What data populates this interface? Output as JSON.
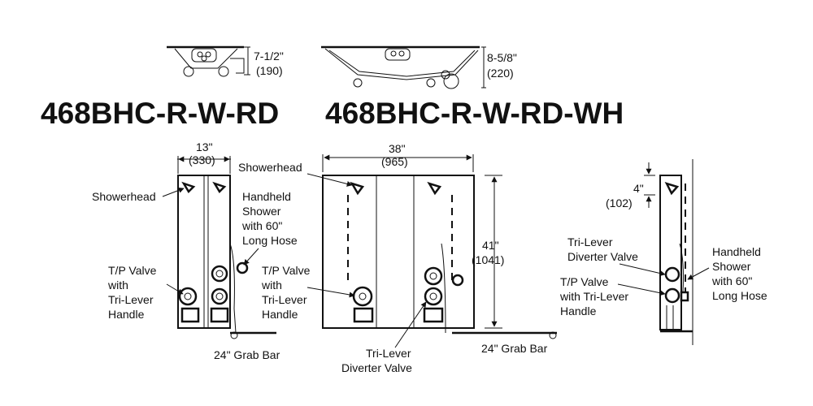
{
  "models": {
    "model_a": "468BHC-R-W-RD",
    "model_b": "468BHC-R-W-RD-WH"
  },
  "top_views": {
    "a_depth_in": "7-1/2\"",
    "a_depth_mm": "(190)",
    "b_depth_in": "8-5/8\"",
    "b_depth_mm": "(220)"
  },
  "front_a": {
    "width_in": "13\"",
    "width_mm": "(330)",
    "showerhead": "Showerhead",
    "handheld": [
      "Handheld",
      "Shower",
      "with 60\"",
      "Long Hose"
    ],
    "tp_valve": [
      "T/P Valve",
      "with",
      "Tri-Lever",
      "Handle"
    ],
    "grab_bar": "24\" Grab Bar"
  },
  "front_b": {
    "width_in": "38\"",
    "width_mm": "(965)",
    "showerhead": "Showerhead",
    "height_in": "41\"",
    "height_mm": "(1041)",
    "tp_valve": [
      "T/P Valve",
      "with",
      "Tri-Lever",
      "Handle"
    ],
    "diverter": [
      "Tri-Lever",
      "Diverter Valve"
    ],
    "grab_bar": "24\" Grab Bar"
  },
  "side_view": {
    "offset_in": "4\"",
    "offset_mm": "(102)",
    "diverter": [
      "Tri-Lever",
      "Diverter Valve"
    ],
    "tp_valve": [
      "T/P Valve",
      "with Tri-Lever",
      "Handle"
    ],
    "handheld": [
      "Handheld",
      "Shower",
      "with 60\"",
      "Long Hose"
    ]
  }
}
